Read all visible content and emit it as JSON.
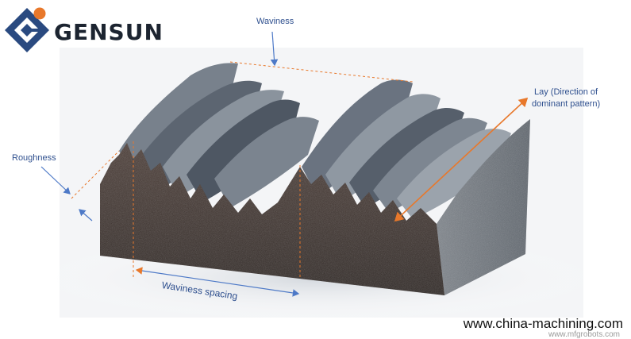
{
  "brand": {
    "name": "GENSUN",
    "accent_color": "#e8782b",
    "mark_color": "#2a4a80",
    "mark_icon": "gensun-logo-icon"
  },
  "labels": {
    "waviness": "Waviness",
    "lay": "Lay (Direction of",
    "lay_line2": "dominant pattern)",
    "roughness": "Roughness",
    "waviness_spacing": "Waviness spacing"
  },
  "watermarks": {
    "primary": "www.china-machining.com",
    "secondary": "www.mfgrobots.com"
  },
  "colors": {
    "label_text": "#2e4f8e",
    "arrow_blue": "#4d79c7",
    "guide_orange": "#e8782b",
    "block_dark": "#3a2f2b",
    "ridge_grey": "#6c7683"
  }
}
